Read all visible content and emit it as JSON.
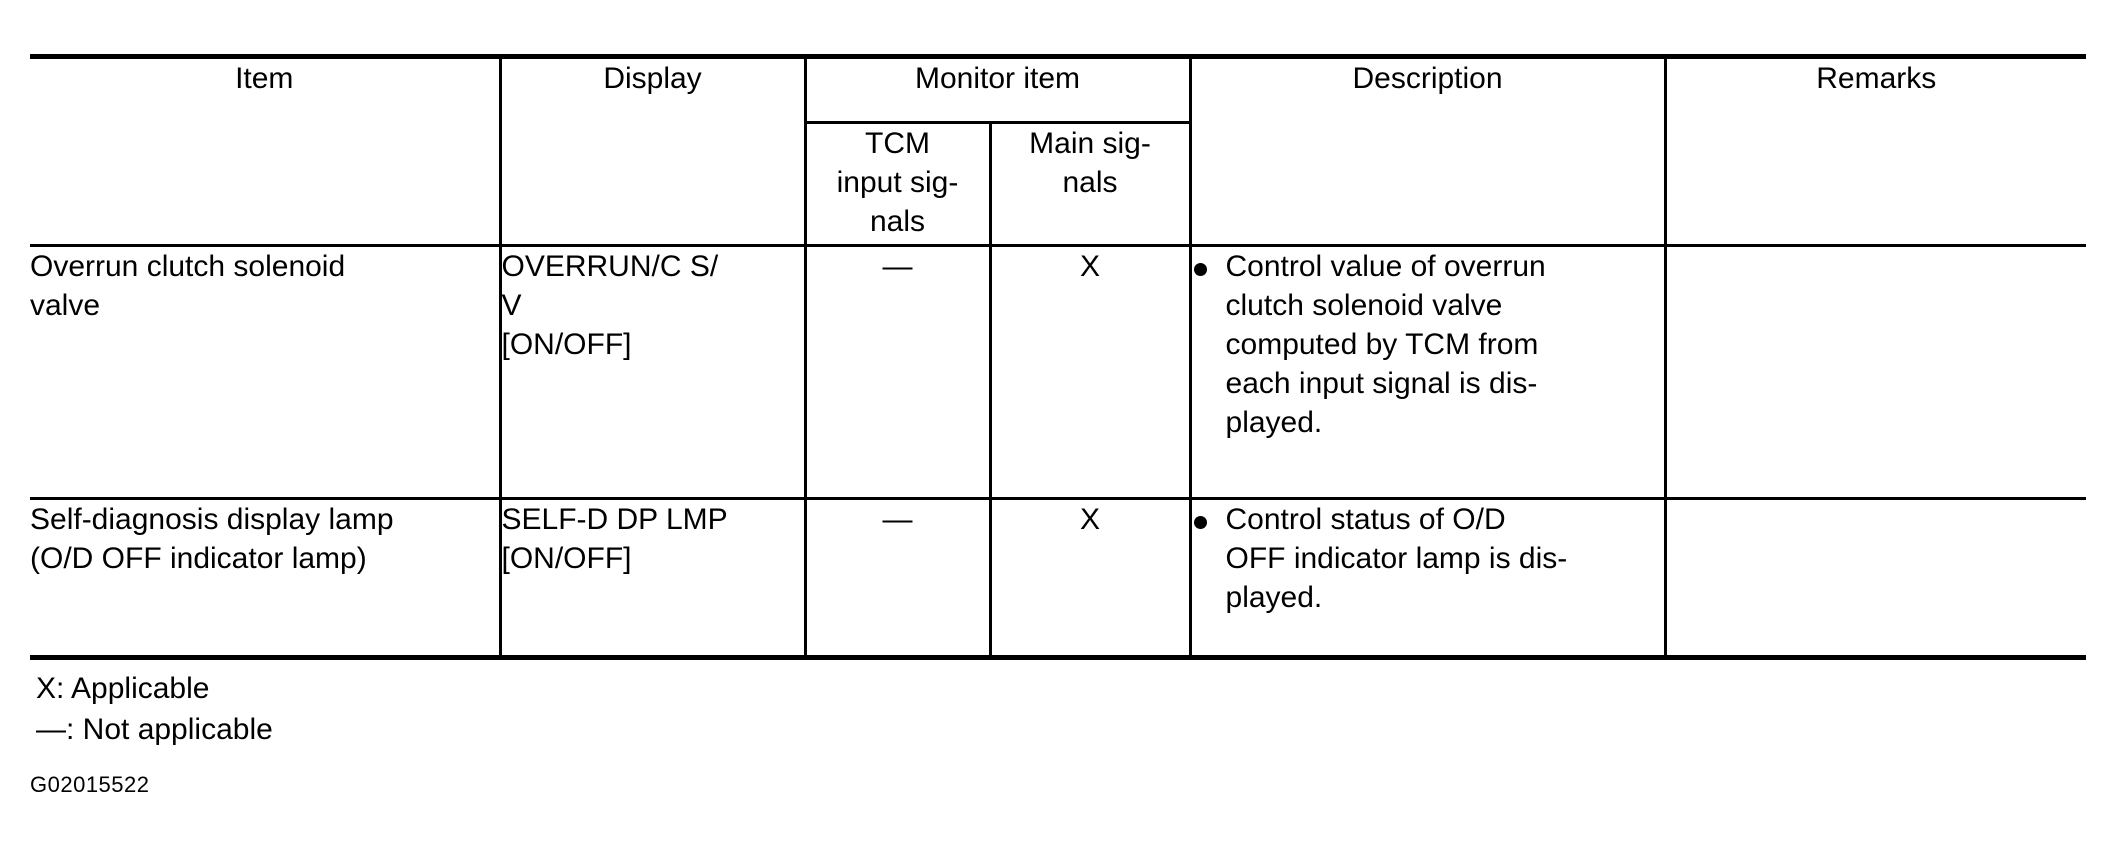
{
  "table": {
    "headers": {
      "item": "Item",
      "display": "Display",
      "monitor_item": "Monitor item",
      "tcm_input_signals": "TCM\ninput sig-\nnals",
      "main_signals": "Main sig-\nnals",
      "description": "Description",
      "remarks": "Remarks"
    },
    "rows": [
      {
        "item": "Overrun clutch solenoid\nvalve",
        "display": "OVERRUN/C S/\nV\n[ON/OFF]",
        "tcm_input_signals": "—",
        "main_signals": "X",
        "description": "Control value of overrun\nclutch solenoid valve\ncomputed by TCM from\neach input signal is dis-\nplayed.",
        "remarks": ""
      },
      {
        "item": "Self-diagnosis display lamp\n(O/D OFF indicator lamp)",
        "display": "SELF-D DP LMP\n[ON/OFF]",
        "tcm_input_signals": "—",
        "main_signals": "X",
        "description": "Control status of O/D\nOFF indicator lamp is dis-\nplayed.",
        "remarks": ""
      }
    ]
  },
  "legend": {
    "applicable": "X: Applicable",
    "not_applicable": "—: Not applicable"
  },
  "figure_code": "G02015522"
}
